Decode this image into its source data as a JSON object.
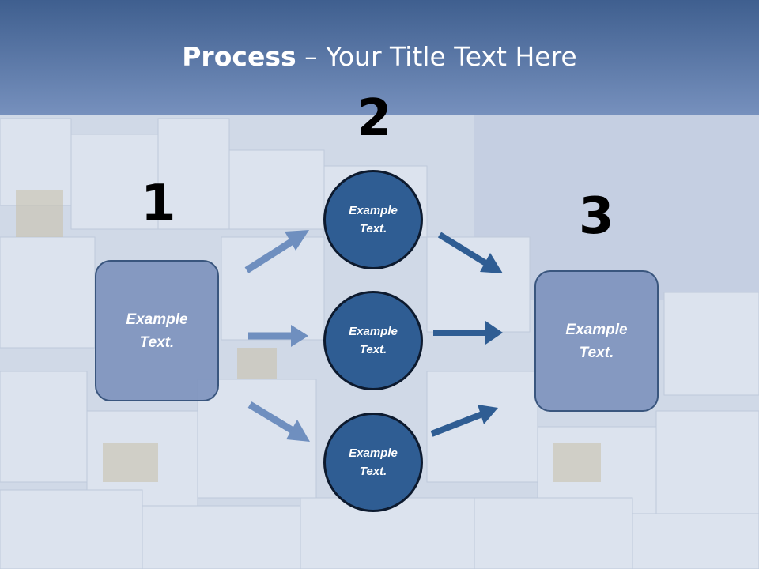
{
  "slide": {
    "title_bold": "Process",
    "title_rest": " – Your Title Text Here"
  },
  "steps": [
    {
      "number": "1",
      "label": "Example Text."
    },
    {
      "number": "2",
      "label": "Example Text."
    },
    {
      "number": "3",
      "label": "Example Text."
    }
  ],
  "middle_nodes": [
    "Example Text.",
    "Example Text.",
    "Example Text."
  ],
  "colors": {
    "header": "#5a78a8",
    "circle_fill": "#2f5d93",
    "box_fill": "#7e94be",
    "arrow_light": "#6f8fbf",
    "arrow_dark": "#2f5d93"
  }
}
